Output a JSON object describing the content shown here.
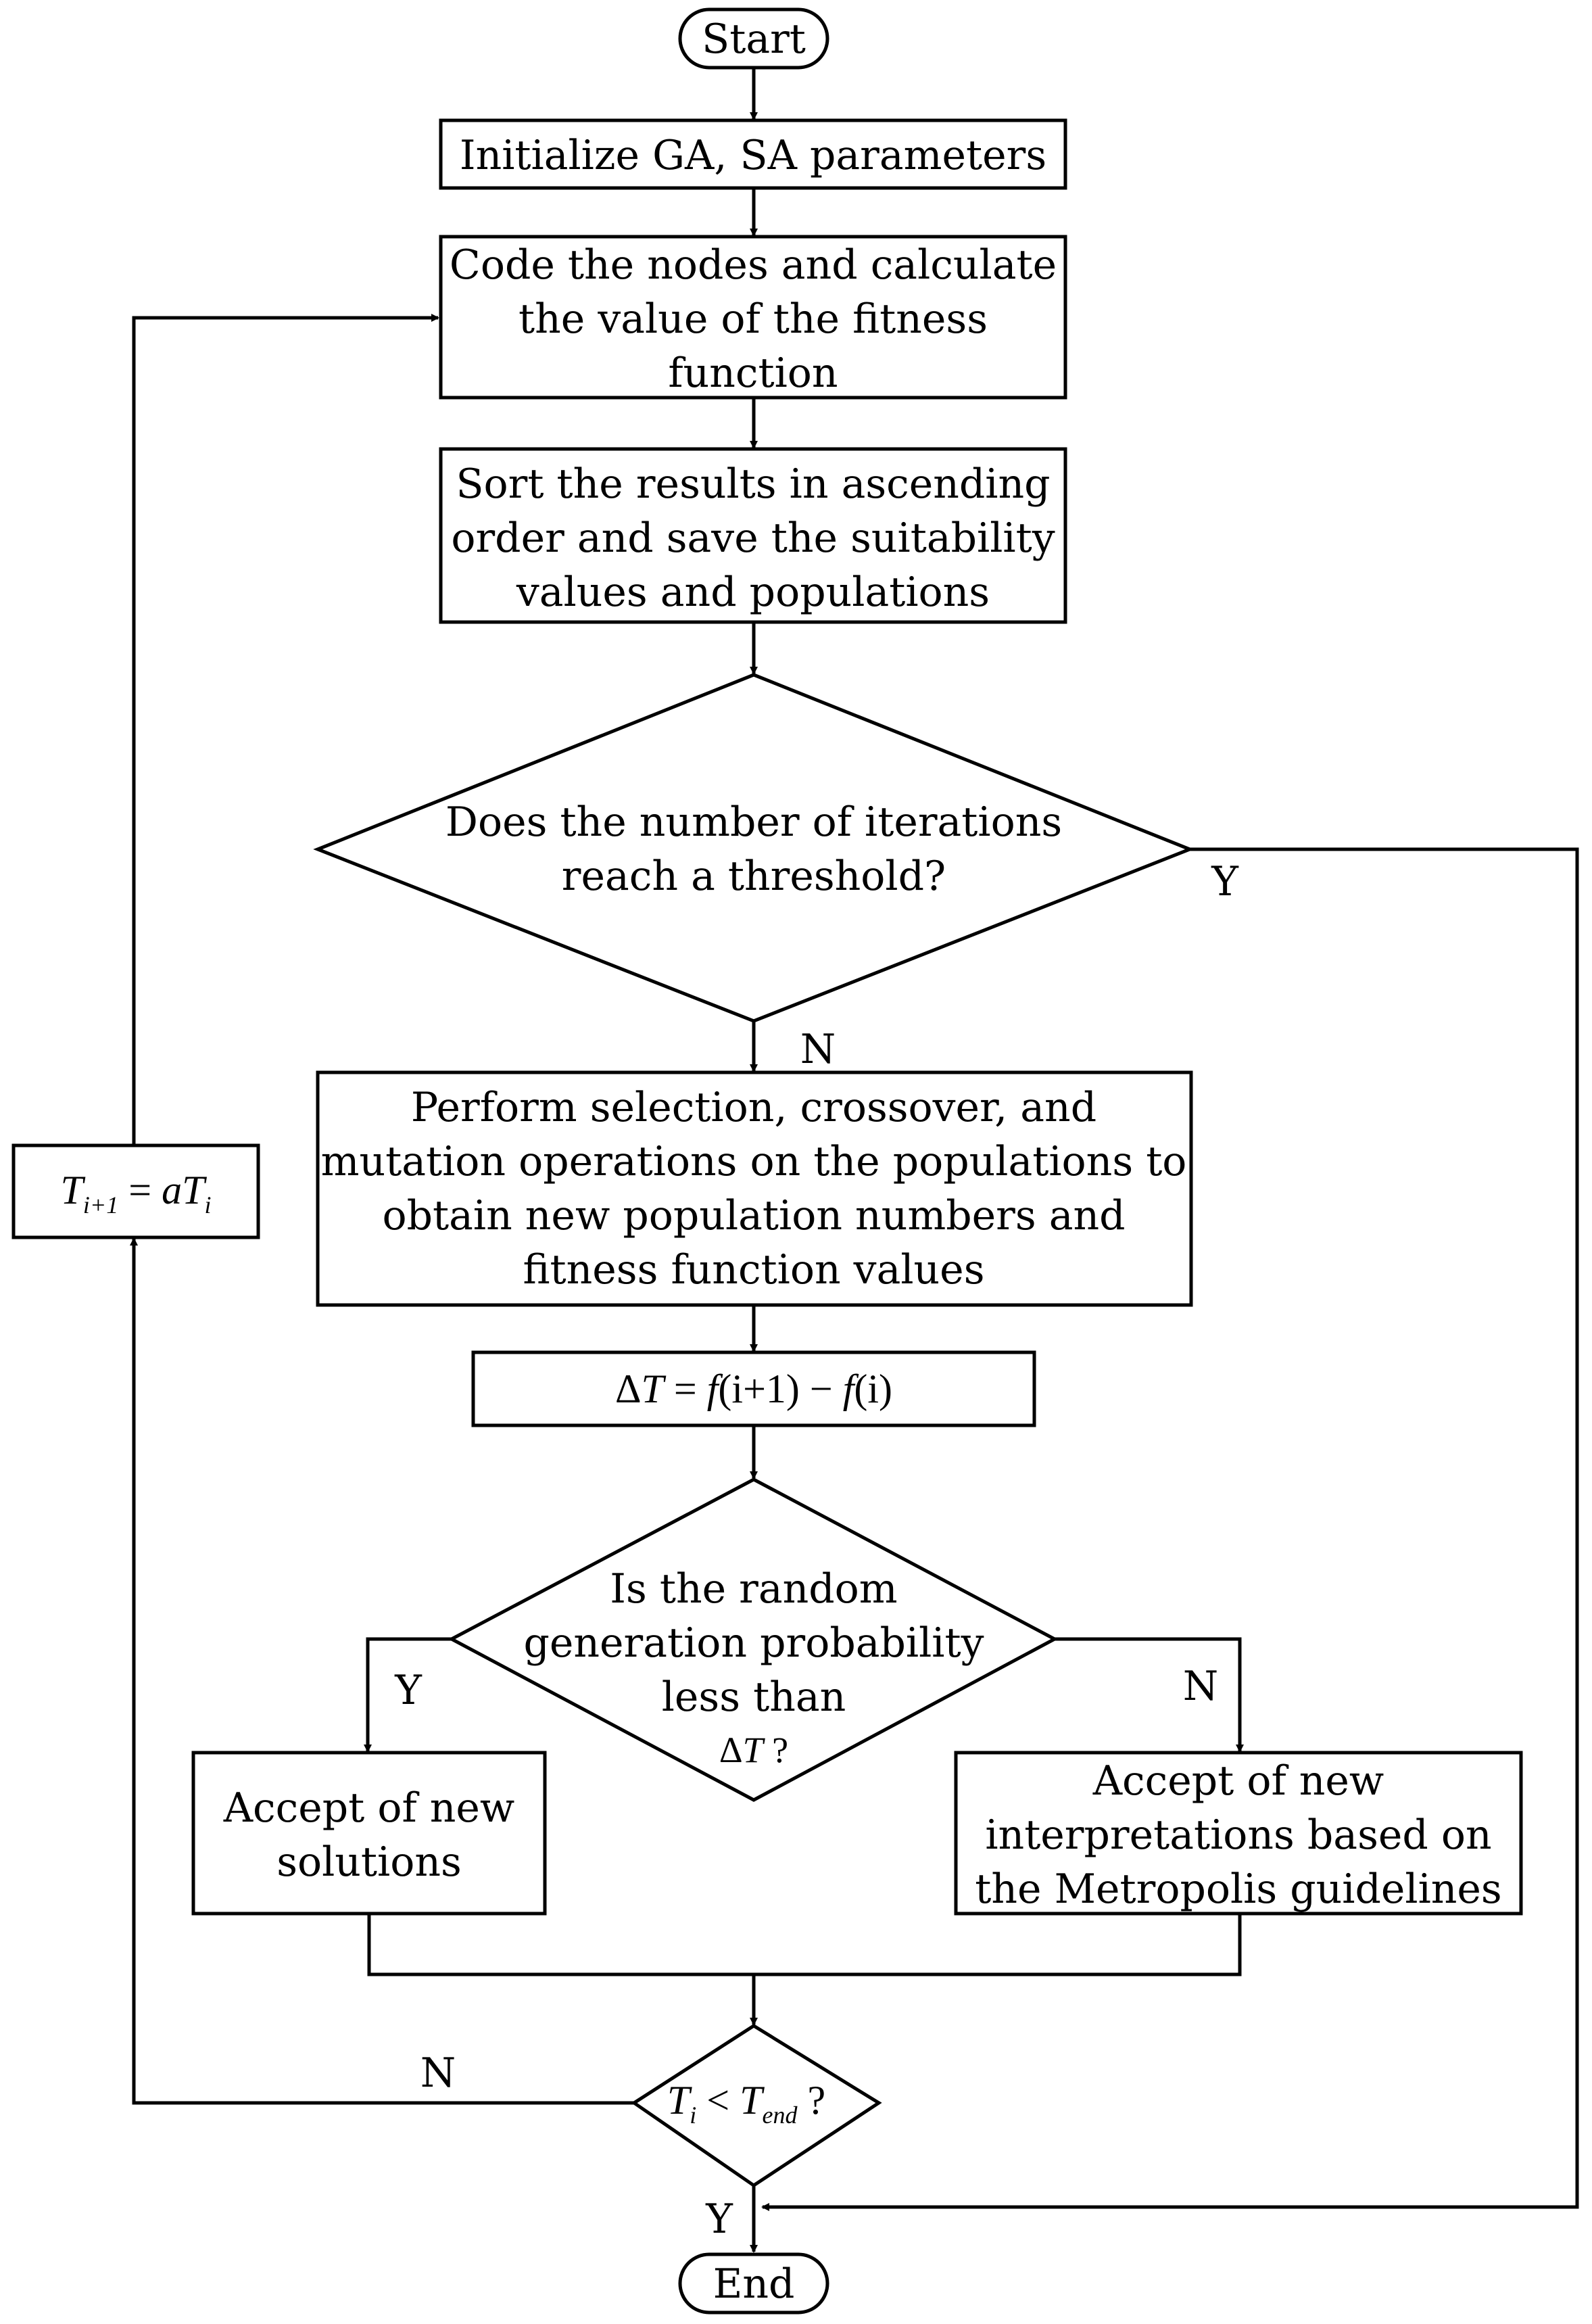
{
  "flowchart": {
    "start": "Start",
    "end": "End",
    "init": "Initialize GA, SA parameters",
    "code_nodes": [
      "Code the nodes and calculate",
      "the value of the fitness",
      "function"
    ],
    "sort_results": [
      "Sort the results in ascending",
      "order and save the suitability",
      "values and populations"
    ],
    "decision_iterations": [
      "Does the number of iterations",
      "reach a threshold?"
    ],
    "perform_ops": [
      "Perform selection, crossover, and",
      "mutation operations on the populations to",
      "obtain new population numbers and",
      "fitness function values"
    ],
    "delta_formula": {
      "delta": "Δ",
      "T": "T",
      "eq": " = ",
      "f1": "f",
      "arg1": "(i+1)",
      "minus": " − ",
      "f2": "f",
      "arg2": "(i)"
    },
    "decision_probability": [
      "Is the random",
      "generation probability",
      "less than"
    ],
    "decision_probability_delta": {
      "delta": "Δ",
      "T": "T",
      "q": " ?"
    },
    "accept_new": [
      "Accept of new",
      "solutions"
    ],
    "accept_metropolis": [
      "Accept of new",
      "interpretations based on",
      "the Metropolis guidelines"
    ],
    "temp_update": {
      "T": "T",
      "sub": "i+1",
      "eq": " = ",
      "a": "a",
      "T2": "T",
      "sub2": "i"
    },
    "temp_check": {
      "T": "T",
      "sub": "i",
      "lt": " < ",
      "T2": "T",
      "sub2": "end",
      "q": " ?"
    },
    "labels": {
      "yes_iter": "Y",
      "no_iter": "N",
      "yes_prob": "Y",
      "no_prob": "N",
      "no_temp": "N",
      "yes_temp": "Y"
    }
  }
}
